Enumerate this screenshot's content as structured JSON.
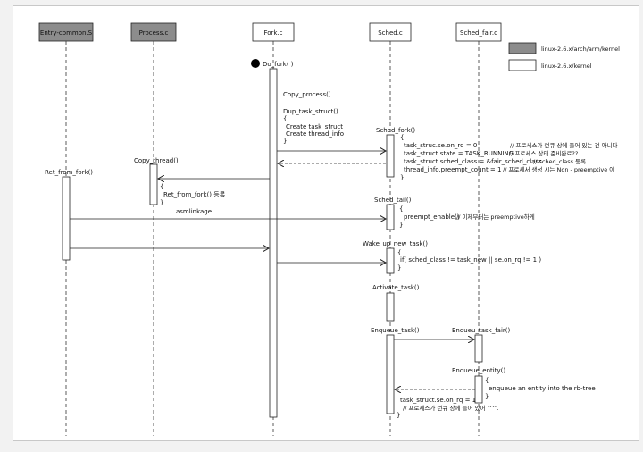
{
  "participants": [
    {
      "id": "entry",
      "label": "Entry-common.S",
      "fill": "#8c8c8c"
    },
    {
      "id": "process",
      "label": "Process.c",
      "fill": "#8c8c8c"
    },
    {
      "id": "fork",
      "label": "Fork.c",
      "fill": "#ffffff"
    },
    {
      "id": "sched",
      "label": "Sched.c",
      "fill": "#ffffff"
    },
    {
      "id": "schedfair",
      "label": "Sched_fair.c",
      "fill": "#ffffff"
    }
  ],
  "legend": [
    {
      "label": "linux-2.6.x/arch/arm/kernel",
      "color": "#8c8c8c"
    },
    {
      "label": "linux-2.6.x/kernel",
      "color": "#ffffff"
    }
  ],
  "start": {
    "label": "Do_fork( )"
  },
  "fork_notes": {
    "copy_process": "Copy_process()",
    "dup_task_struct": "Dup_task_struct()",
    "brace_open": "{",
    "create_task_struct": "Create task_struct",
    "create_thread_info": "Create thread_info",
    "brace_close": "}"
  },
  "messages": {
    "sched_fork": "Sched_fork()",
    "copy_thread": "Copy_thread()",
    "ret_from_fork": "Ret_from_fork()",
    "asmlinkage": "asmlinkage",
    "sched_tail": "Sched_tail()",
    "wake_up_new_task": "Wake_up_new_task()",
    "activate_task": "Activate_task()",
    "enqueue_task": "Enqueue_task()",
    "enqueue_task_fair": "Enqueu_task_fair()",
    "enqueue_entity": "Enqueue_entity()"
  },
  "sched_fork_notes": {
    "brace_open": "{",
    "line1": "task_struc.se.on_rq = 0",
    "line1_comment": "// 프로세스가 런큐 상에 들어 있는 건 아니다",
    "line2": "task_struct.state = TASK_RUNNING",
    "line2_comment": "// 프로세스 상태 준비완료??",
    "line3": "task_struct.sched_class = &fair_sched_class",
    "line3_comment": "// sched_class 등록",
    "line4": "thread_info.preempt_count = 1",
    "line4_comment": "// 프로세서 생성 시는 Non - preemptive 야",
    "brace_close": "}"
  },
  "copy_thread_notes": {
    "brace_open": "{",
    "line1": "Ret_from_fork() 등록",
    "brace_close": "}"
  },
  "sched_tail_notes": {
    "brace_open": "{",
    "line1": "preempt_enable()",
    "line1_comment": "// 이제부터는 preemptive하게",
    "brace_close": "}"
  },
  "wake_up_notes": {
    "brace_open": "{",
    "line1": "if(  sched_class != task_new || se.on_rq != 1 )",
    "brace_close": "}"
  },
  "enqueue_entity_notes": {
    "brace_open": "{",
    "line1": "enqueue an entity into the rb-tree",
    "brace_close": "}"
  },
  "return_notes": {
    "line1": "task_struct.se.on_rq = 1",
    "line2": "// 프로세스가 런큐 상에 들어 있어 ^^.",
    "brace_close": "}"
  }
}
